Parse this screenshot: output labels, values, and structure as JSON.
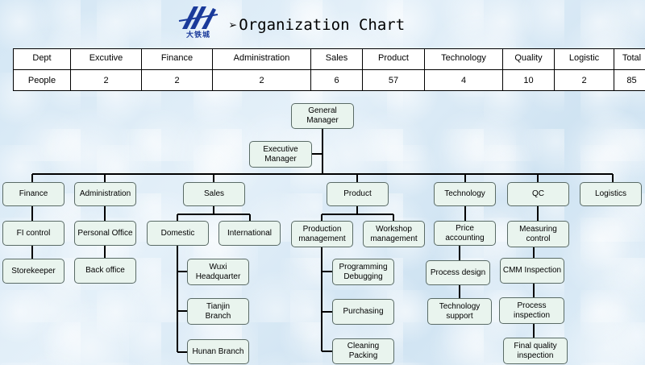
{
  "header": {
    "logo_text": "大铁城",
    "title": "Organization Chart",
    "arrow_glyph": "➢"
  },
  "colors": {
    "logo_blue": "#1a3a9a",
    "node_fill": "#e9f4ee",
    "node_border": "#5a6b66",
    "line": "#000000"
  },
  "table": {
    "row_labels": [
      "Dept",
      "People"
    ],
    "departments": [
      {
        "name": "Excutive",
        "people": "2"
      },
      {
        "name": "Finance",
        "people": "2"
      },
      {
        "name": "Administration",
        "people": "2"
      },
      {
        "name": "Sales",
        "people": "6"
      },
      {
        "name": "Product",
        "people": "57"
      },
      {
        "name": "Technology",
        "people": "4"
      },
      {
        "name": "Quality",
        "people": "10"
      },
      {
        "name": "Logistic",
        "people": "2"
      },
      {
        "name": "Total",
        "people": "85"
      }
    ]
  },
  "org": {
    "general_manager": "General\nManager",
    "executive_manager": "Executive\nManager",
    "departments": {
      "finance": "Finance",
      "administration": "Administration",
      "sales": "Sales",
      "product": "Product",
      "technology": "Technology",
      "qc": "QC",
      "logistics": "Logistics"
    },
    "finance_units": [
      "FI control",
      "Storekeeper"
    ],
    "administration_units": [
      "Personal Office",
      "Back office"
    ],
    "sales_units": [
      "Domestic",
      "International"
    ],
    "domestic_branches": [
      "Wuxi\nHeadquarter",
      "Tianjin\nBranch",
      "Hunan Branch"
    ],
    "product_units": [
      "Production\nmanagement",
      "Workshop\nmanagement"
    ],
    "production_units": [
      "Programming\nDebugging",
      "Purchasing",
      "Cleaning\nPacking"
    ],
    "technology_units": [
      "Price accounting",
      "Process design",
      "Technology\nsupport"
    ],
    "qc_units": [
      "Measuring\ncontrol",
      "CMM Inspection",
      "Process\ninspection",
      "Final quality\ninspection"
    ]
  }
}
